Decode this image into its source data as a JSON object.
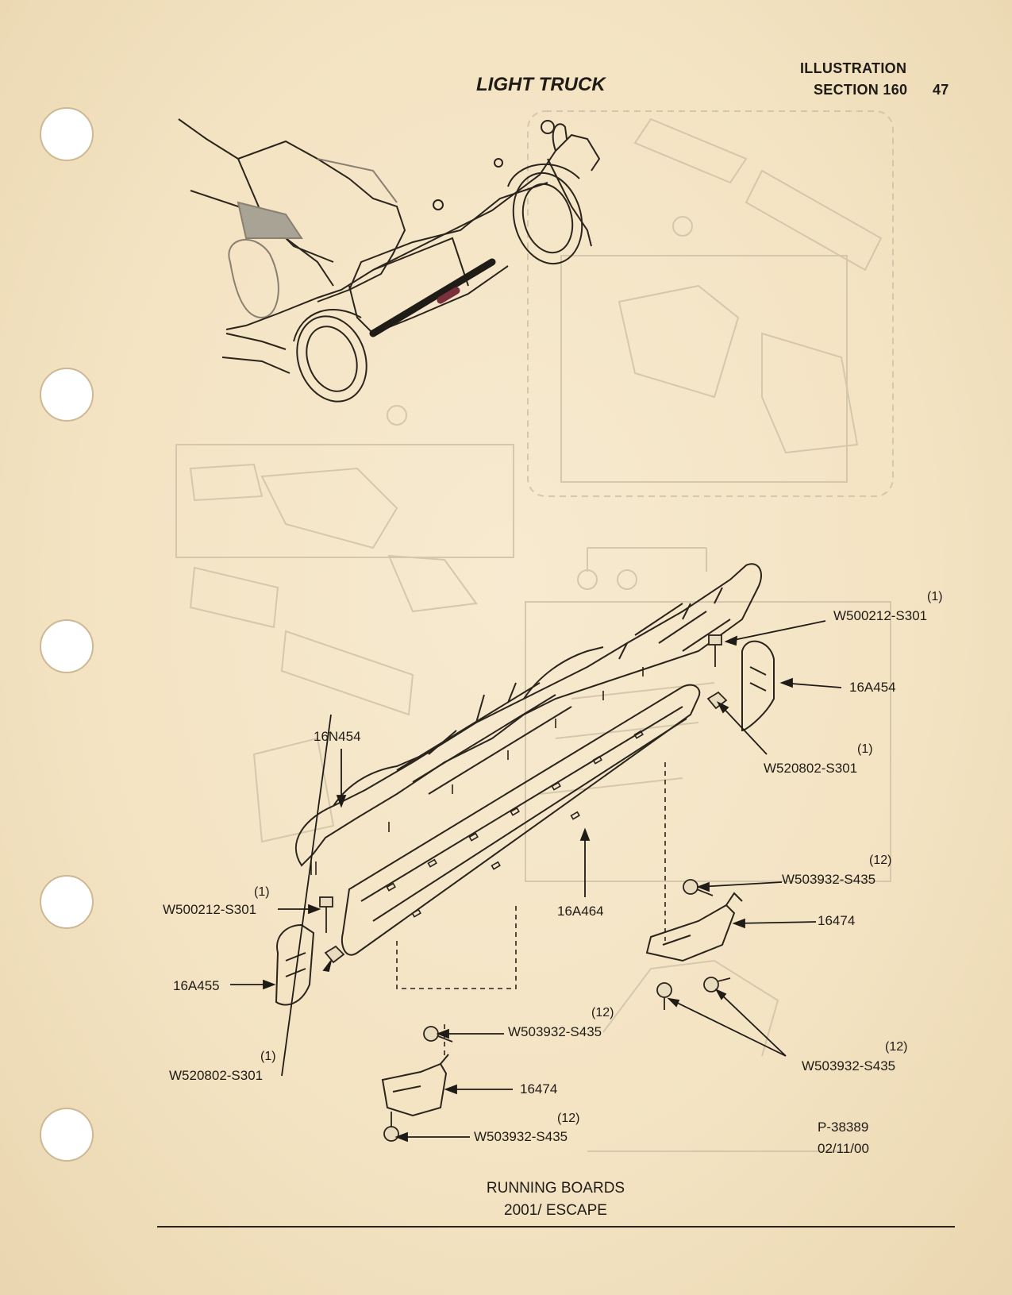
{
  "header": {
    "illustration": "ILLUSTRATION",
    "section": "SECTION 160",
    "page_number": "47",
    "category": "LIGHT TRUCK"
  },
  "callouts": {
    "c1_qty": "(1)",
    "c1": "W500212-S301",
    "c2": "16A454",
    "c3_qty": "(1)",
    "c3": "W520802-S301",
    "c4": "16N454",
    "c5_qty": "(12)",
    "c5": "W503932-S435",
    "c6": "16474",
    "c7_qty": "(1)",
    "c7": "W500212-S301",
    "c8": "16A464",
    "c9": "16A455",
    "c10_qty": "(1)",
    "c10": "W520802-S301",
    "c11_qty": "(12)",
    "c11": "W503932-S435",
    "c12_qty": "(12)",
    "c12": "W503932-S435",
    "c13": "16474",
    "c14_qty": "(12)",
    "c14": "W503932-S435"
  },
  "figure": {
    "number": "P-38389",
    "date": "02/11/00"
  },
  "caption": {
    "title": "RUNNING BOARDS",
    "model": "2001/ ESCAPE"
  }
}
